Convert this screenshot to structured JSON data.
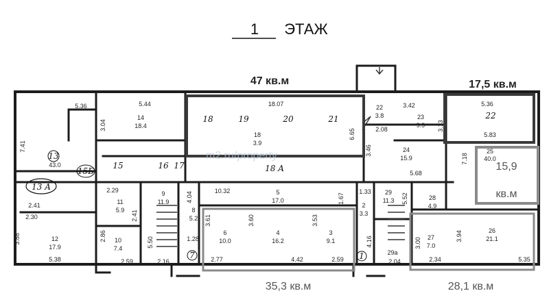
{
  "title": {
    "number": "1",
    "label": "ЭТАЖ"
  },
  "watermark": "m2.ru/property",
  "colors": {
    "wall": "#1c1c1c",
    "highlight_dark": "#3a3a3a",
    "highlight_gray": "#8a8a8a"
  },
  "highlights": [
    {
      "id": "h47",
      "label": "47 кв.м",
      "shade": "dark"
    },
    {
      "id": "h17",
      "label": "17,5 кв.м",
      "shade": "dark"
    },
    {
      "id": "h15a",
      "label": "15,9",
      "shade": "gray"
    },
    {
      "id": "h15b",
      "label": "кв.м",
      "shade": "gray"
    },
    {
      "id": "h35",
      "label": "35,3 кв.м",
      "shade": "gray"
    },
    {
      "id": "h28",
      "label": "28,1 кв.м",
      "shade": "gray"
    }
  ],
  "rooms": [
    {
      "id": "r13",
      "num": "13",
      "area": "43.0"
    },
    {
      "id": "r13a",
      "num": "13 A",
      "area": ""
    },
    {
      "id": "r14",
      "num": "14",
      "area": "18.4"
    },
    {
      "id": "r15",
      "num": "15",
      "area": ""
    },
    {
      "id": "r15b",
      "num": "15Б",
      "area": ""
    },
    {
      "id": "r16",
      "num": "16",
      "area": ""
    },
    {
      "id": "r17",
      "num": "17",
      "area": ""
    },
    {
      "id": "r18",
      "num": "18",
      "area": ""
    },
    {
      "id": "r18b",
      "num": "18",
      "area": "3.9"
    },
    {
      "id": "r19",
      "num": "19",
      "area": ""
    },
    {
      "id": "r20",
      "num": "20",
      "area": ""
    },
    {
      "id": "r21",
      "num": "21",
      "area": ""
    },
    {
      "id": "r18a",
      "num": "18 A",
      "area": ""
    },
    {
      "id": "r22a",
      "num": "22",
      "area": "3.8"
    },
    {
      "id": "r22b",
      "num": "22",
      "area": "5.83"
    },
    {
      "id": "r23",
      "num": "23",
      "area": "9.9"
    },
    {
      "id": "r24",
      "num": "24",
      "area": "15.9"
    },
    {
      "id": "r25",
      "num": "25",
      "area": "40.0"
    },
    {
      "id": "r11",
      "num": "11",
      "area": "5.9"
    },
    {
      "id": "r9",
      "num": "9",
      "area": "11.9"
    },
    {
      "id": "r12",
      "num": "12",
      "area": "17.9"
    },
    {
      "id": "r10",
      "num": "10",
      "area": "7.4"
    },
    {
      "id": "r8",
      "num": "8",
      "area": "5.2"
    },
    {
      "id": "r7",
      "num": "7",
      "area": ""
    },
    {
      "id": "r5",
      "num": "5",
      "area": "17.0"
    },
    {
      "id": "r6",
      "num": "6",
      "area": "10.0"
    },
    {
      "id": "r4",
      "num": "4",
      "area": "16.2"
    },
    {
      "id": "r3",
      "num": "3",
      "area": "9.1"
    },
    {
      "id": "r2",
      "num": "2",
      "area": "3.3"
    },
    {
      "id": "r1",
      "num": "1",
      "area": ""
    },
    {
      "id": "r29",
      "num": "29",
      "area": "11.3"
    },
    {
      "id": "r29a",
      "num": "29а",
      "area": ""
    },
    {
      "id": "r28",
      "num": "28",
      "area": "4.9"
    },
    {
      "id": "r27",
      "num": "27",
      "area": "7.0"
    },
    {
      "id": "r26",
      "num": "26",
      "area": "21.1"
    }
  ],
  "dimensions": [
    {
      "id": "d536",
      "text": "5.36"
    },
    {
      "id": "d544",
      "text": "5.44"
    },
    {
      "id": "d1807",
      "text": "18.07"
    },
    {
      "id": "d342",
      "text": "3.42"
    },
    {
      "id": "d536b",
      "text": "5.36"
    },
    {
      "id": "d741",
      "text": "7.41"
    },
    {
      "id": "d304",
      "text": "3.04"
    },
    {
      "id": "d665",
      "text": "6.65"
    },
    {
      "id": "d346",
      "text": "3.46"
    },
    {
      "id": "d208",
      "text": "2.08"
    },
    {
      "id": "d313",
      "text": "3.13"
    },
    {
      "id": "d718",
      "text": "7.18"
    },
    {
      "id": "d568",
      "text": "5.68"
    },
    {
      "id": "d1032",
      "text": "10.32"
    },
    {
      "id": "d133",
      "text": "1.33"
    },
    {
      "id": "d229",
      "text": "2.29"
    },
    {
      "id": "d241",
      "text": "2.41"
    },
    {
      "id": "d230",
      "text": "2.30"
    },
    {
      "id": "d404",
      "text": "4.04"
    },
    {
      "id": "d167",
      "text": "1.67"
    },
    {
      "id": "d552",
      "text": "5.52"
    },
    {
      "id": "d361",
      "text": "3.61"
    },
    {
      "id": "d360",
      "text": "3.60"
    },
    {
      "id": "d353",
      "text": "3.53"
    },
    {
      "id": "d241b",
      "text": "2.41"
    },
    {
      "id": "d388",
      "text": "3.88"
    },
    {
      "id": "d286",
      "text": "2.86"
    },
    {
      "id": "d550",
      "text": "5.50"
    },
    {
      "id": "d128",
      "text": "1.28"
    },
    {
      "id": "d416",
      "text": "4.16"
    },
    {
      "id": "d300",
      "text": "3.00"
    },
    {
      "id": "d394",
      "text": "3.94"
    },
    {
      "id": "d538",
      "text": "5.38"
    },
    {
      "id": "d259",
      "text": "2.59"
    },
    {
      "id": "d216",
      "text": "2.16"
    },
    {
      "id": "d277",
      "text": "2.77"
    },
    {
      "id": "d442",
      "text": "4.42"
    },
    {
      "id": "d259b",
      "text": "2.59"
    },
    {
      "id": "d204",
      "text": "2.04"
    },
    {
      "id": "d234",
      "text": "2.34"
    },
    {
      "id": "d535",
      "text": "5.35"
    }
  ]
}
